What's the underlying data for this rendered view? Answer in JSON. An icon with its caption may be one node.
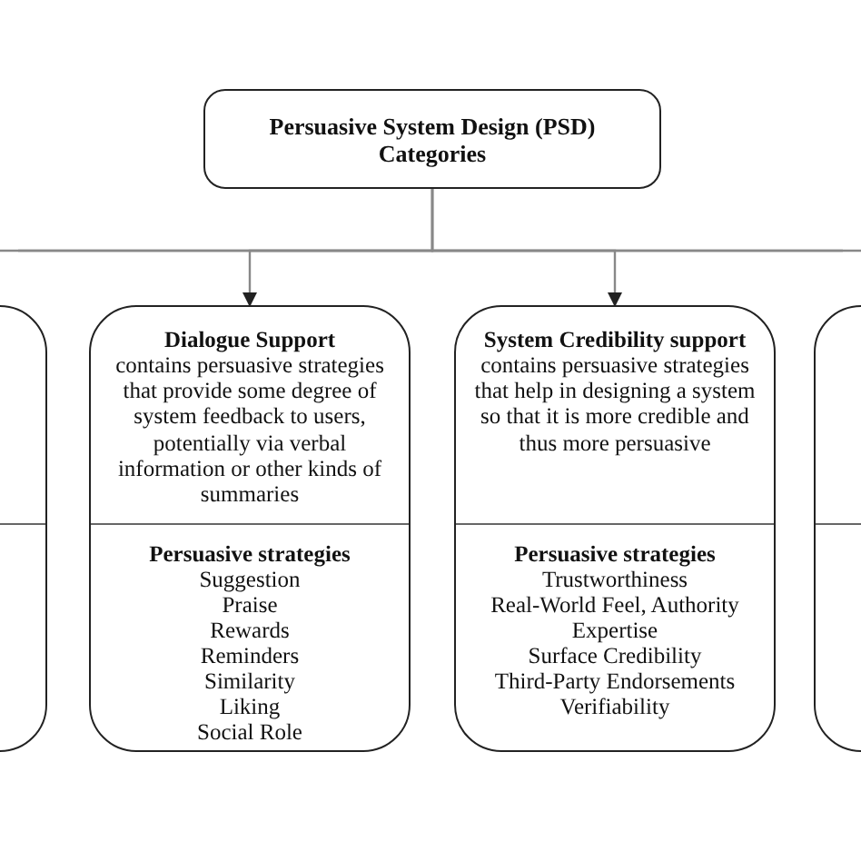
{
  "diagram": {
    "nodes": [
      {
        "text": [
          "Persuasive System Design (PSD) Categories"
        ]
      },
      {
        "text": [],
        "shape": "box"
      },
      {
        "text": [
          "Dialogue Support",
          "contains persuasive strategies that provide some degree of system feedback to users, potentially via verbal information or other kinds of summaries",
          "Persuasive strategies",
          "Suggestion",
          "Praise",
          "Rewards",
          "Reminders",
          "Similarity",
          "Liking",
          "Social Role"
        ]
      },
      {
        "text": [
          "System Credibility support",
          "contains persuasive strategies that help in designing a system so that it is more credible and thus more persuasive",
          "Persuasive strategies",
          "Trustworthiness",
          "Real-World Feel, Authority",
          "Expertise",
          "Surface Credibility",
          "Third-Party Endorsements",
          "Verifiability"
        ]
      },
      {
        "text": [],
        "shape": "box"
      }
    ],
    "edges": [
      {
        "from": 0,
        "to": 1,
        "arrow": "none"
      },
      {
        "from": 0,
        "to": 2,
        "arrow": "to"
      },
      {
        "from": 0,
        "to": 3,
        "arrow": "to"
      },
      {
        "from": 0,
        "to": 4,
        "arrow": "none"
      }
    ]
  }
}
